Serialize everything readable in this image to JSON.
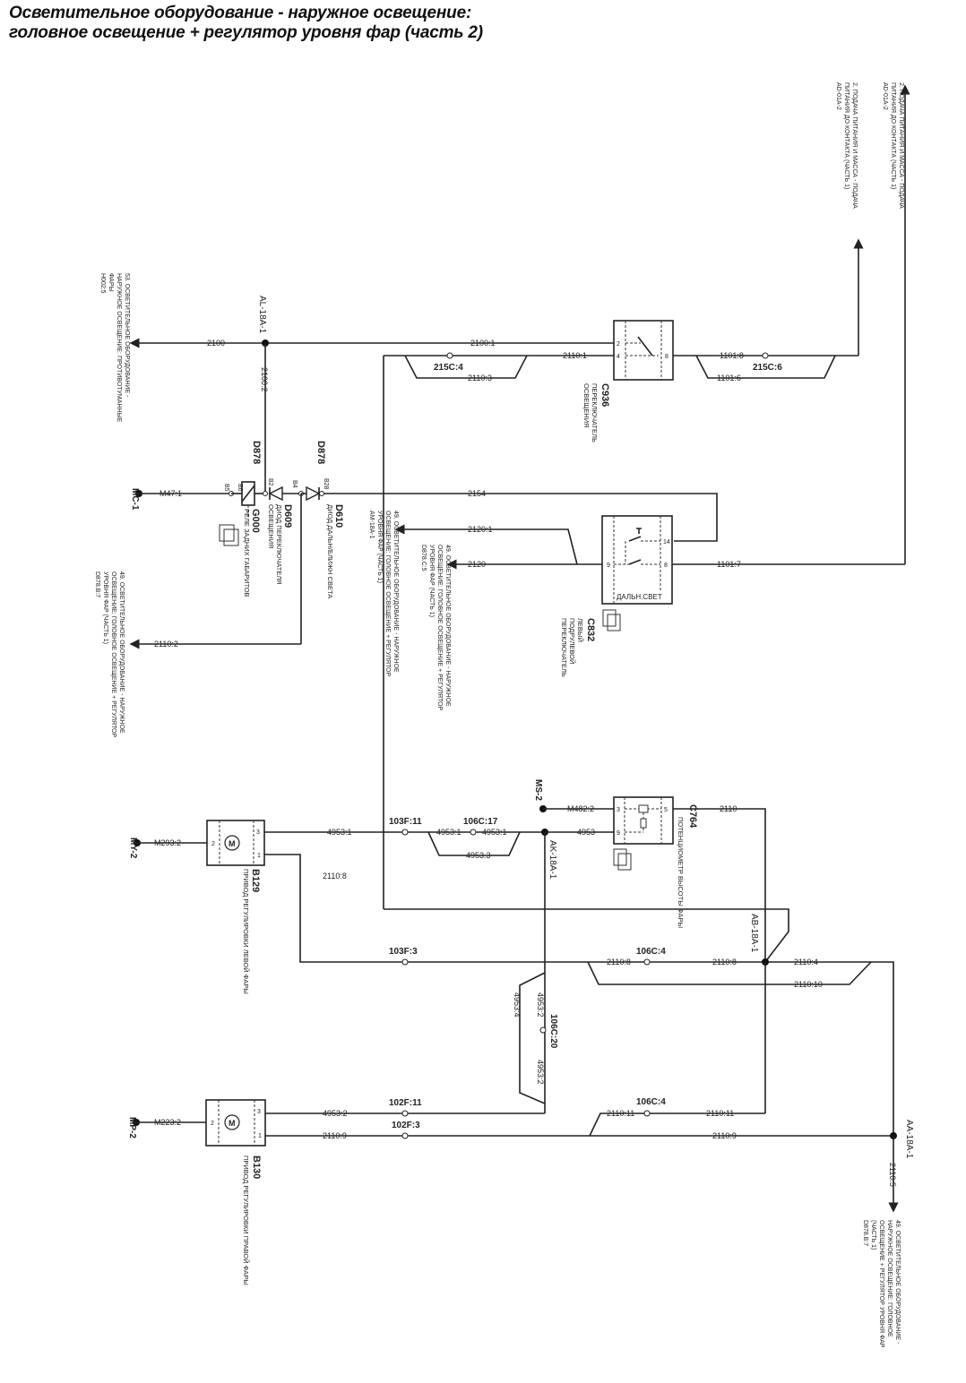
{
  "title": {
    "line1": "Осветительное оборудование - наружное освещение:",
    "line2": "головное освещение + регулятор уровня фар (часть 2)"
  },
  "refs": {
    "top_right_1": [
      "2. ПОДАЧА ПИТАНИЯ И МАССА - ПОДАЧА",
      "ПИТАНИЯ ДО КОНТАКТА (ЧАСТЬ 1)",
      "AD-01A-2"
    ],
    "top_right_2": [
      "2. ПОДАЧА ПИТАНИЯ И МАССА - ПОДАЧА",
      "ПИТАНИЯ ДО КОНТАКТА (ЧАСТЬ 1)",
      "AD-01A-2"
    ],
    "left_fog": [
      "53. ОСВЕТИТЕЛЬНОЕ ОБОРУДОВАНИЕ -",
      "НАРУЖНОЕ ОСВЕЩЕНИЕ: ПРОТИВОТУМАННЫЕ",
      "ФАРЫ",
      "H002:5"
    ],
    "left_2110_2": [
      "49. ОСВЕТИТЕЛЬНОЕ ОБОРУДОВАНИЕ - НАРУЖНОЕ",
      "ОСВЕЩЕНИЕ: ГОЛОВНОЕ ОСВЕЩЕНИЕ + РЕГУЛЯТОР",
      "УРОВНЯ ФАР (ЧАСТЬ 1)",
      "D878.B:7"
    ],
    "mid_2120_1": [
      "49. ОСВЕТИТЕЛЬНОЕ ОБОРУДОВАНИЕ - НАРУЖНОЕ",
      "ОСВЕЩЕНИЕ: ГОЛОВНОЕ ОСВЕЩЕНИЕ + РЕГУЛЯТОР",
      "УРОВНЯ ФАР (ЧАСТЬ 1)",
      "AM-18A-1"
    ],
    "mid_2120": [
      "49. ОСВЕТИТЕЛЬНОЕ ОБОРУДОВАНИЕ - НАРУЖНОЕ",
      "ОСВЕЩЕНИЕ: ГОЛОВНОЕ ОСВЕЩЕНИЕ + РЕГУЛЯТОР",
      "УРОВНЯ ФАР (ЧАСТЬ 1)",
      "D878.C:5"
    ],
    "bottom_right": [
      "49. ОСВЕТИТЕЛЬНОЕ ОБОРУДОВАНИЕ -",
      "НАРУЖНОЕ ОСВЕЩЕНИЕ: ГОЛОВНОЕ",
      "ОСВЕЩЕНИЕ + РЕГУЛЯТОР УРОВНЯ ФАР",
      "(ЧАСТЬ 1)",
      "D878.B:7"
    ]
  },
  "components": {
    "c936": {
      "id": "C936",
      "name": [
        "ПЕРЕКЛЮЧАТЕЛЬ",
        "ОСВЕЩЕНИЯ"
      ],
      "pins": [
        "2",
        "4",
        "8"
      ]
    },
    "c832": {
      "id": "C832",
      "name": [
        "ЛЕВЫЙ",
        "ПОДРУЛЕВОЙ",
        "ПЕРЕКЛЮЧАТЕЛЬ"
      ],
      "pins": [
        "9",
        "14",
        "8"
      ],
      "inner": "ДАЛЬН.СВЕТ"
    },
    "c764": {
      "id": "C764",
      "name": "ПОТЕНЦИОМЕТР ВЫСОТЫ ФАРЫ",
      "pins": [
        "3",
        "9",
        "5"
      ]
    },
    "b129": {
      "id": "B129",
      "name": "ПРИВОД РЕГУЛИРОВКИ ЛЕВОЙ ФАРЫ",
      "pins": [
        "3",
        "2",
        "1"
      ],
      "motor": "M"
    },
    "b130": {
      "id": "B130",
      "name": "ПРИВОД РЕГУЛИРОВКИ ПРАВОЙ ФАРЫ",
      "pins": [
        "3",
        "2",
        "1"
      ],
      "motor": "M"
    },
    "d609": {
      "id": "D609",
      "name": [
        "ДИОД ПЕРЕКЛЮЧАТЕЛЯ",
        "ОСВЕЩЕНИЯ"
      ]
    },
    "d610": {
      "id": "D610",
      "name": "ДИОД ДАЛЬН/БЛИЖН СВЕТА"
    },
    "g000": {
      "id": "G000",
      "name": "РЕЛЕ ЗАДНИХ ГАБАРИТОВ"
    },
    "d878_a": "D878",
    "d878_b": "D878",
    "d878_pins": [
      "B5",
      "B6",
      "B2",
      "B4",
      "B28"
    ]
  },
  "grounds": {
    "mc1": "MC-1",
    "my2": "MY-2",
    "mp2": "MP-2",
    "ms2": "MS-2"
  },
  "splices": {
    "al18a1": "AL-18A-1",
    "ak18a1": "AK-18A-1",
    "ab18a1": "AB-18A-1",
    "aa18a1": "AA-18A-1"
  },
  "connectors": {
    "c215_4": "215C:4",
    "c215_6": "215C:6",
    "c103f_11": "103F:11",
    "c106c_17": "106C:17",
    "c103f_3": "103F:3",
    "c106c_4a": "106C:4",
    "c106c_20": "106C:20",
    "c102f_11": "102F:11",
    "c102f_3": "102F:3",
    "c106c_4b": "106C:4"
  },
  "wires": {
    "w2100": "2100",
    "w2100_1": "2100:1",
    "w2100_2": "2100:2",
    "w2110_1": "2110:1",
    "w2110_3": "2110:3",
    "w1101_8": "1101:8",
    "w1101_6": "1101:6",
    "w1101_7": "1101:7",
    "w2154": "2154",
    "w2120_1": "2120:1",
    "w2120": "2120",
    "w2110_2": "2110:2",
    "m47_1": "M47:1",
    "m293_2": "M293:2",
    "w4953_1a": "4953:1",
    "w4953_1b": "4953:1",
    "w4953_1c": "4953:1",
    "w4953_3": "4953.3",
    "m482_2": "M482:2",
    "w4953": "4953",
    "w2110": "2110",
    "w2110_8a": "2110:8",
    "w2110_8b": "2110:8",
    "w2110_8c": "2110:8",
    "w2110_4": "2110:4",
    "w2110_10": "2110:10",
    "w4953_4": "4953:4",
    "w4953_2a": "4953:2",
    "w4953_2b": "4953:2",
    "m223_2": "M223:2",
    "w4953_2c": "4953:2",
    "w2110_9a": "2110:9",
    "w2110_9b": "2110:9",
    "w2110_11a": "2110:11",
    "w2110_11b": "2110:11",
    "w2110_5": "2110:5"
  }
}
